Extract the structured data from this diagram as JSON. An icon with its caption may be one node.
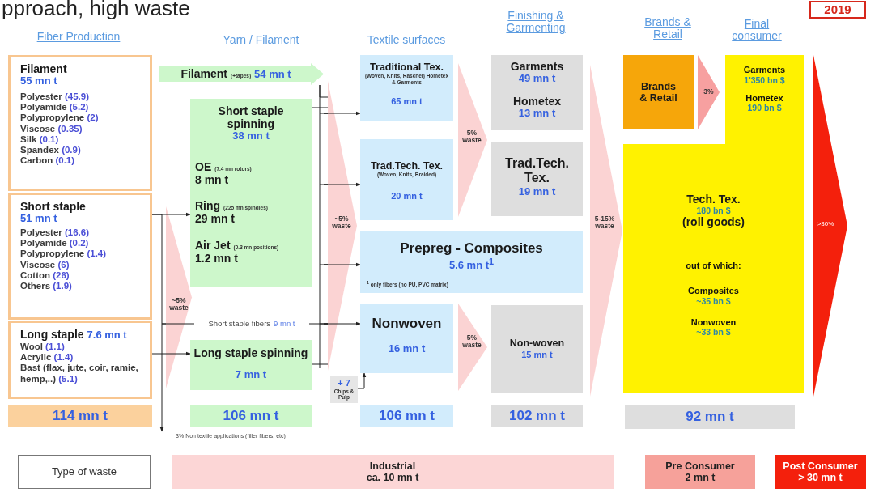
{
  "diagram": {
    "title": "pproach, high waste",
    "nodes": [
      {
        "text": [
          "Filament",
          "55 mn t",
          "Polyester (45.9)",
          "Polyamide (5.2)",
          "Polypropylene (2)",
          "Viscose (0.35)",
          "Silk (0.1)",
          "Spandex (0.9)",
          "Carbon (0.1)"
        ]
      },
      {
        "text": [
          "Short staple",
          "51 mn t",
          "Polyester (16.6)",
          "Polyamide (0.2)",
          "Polypropylene (1.4)",
          "Viscose (6)",
          "Cotton (26)",
          "Others (1.9)"
        ]
      },
      {
        "text": [
          "Long staple",
          "7.6 mn t",
          "Wool (1.1)",
          "Acrylic (1.4)",
          "Bast (flax, jute, coir, ramie, hemp,..) (5.1)"
        ]
      },
      {
        "text": [
          "114 mn t"
        ]
      },
      {
        "text": [
          "Filament",
          "(+tapes)",
          "54 mn t"
        ]
      },
      {
        "text": [
          "Short staple spinning",
          "38 mn t",
          "OE",
          "(7.4 mn rotors)",
          "8 mn t",
          "Ring",
          "(225 mn spindles)",
          "29 mn t",
          "Air Jet",
          "(0.3 mn positions)",
          "1.2 mn t"
        ]
      },
      {
        "text": [
          "Short staple fibers",
          "9 mn t"
        ]
      },
      {
        "text": [
          "Long staple spinning",
          "7 mn t"
        ]
      },
      {
        "text": [
          "106 mn t"
        ]
      },
      {
        "text": [
          "Traditional Tex.",
          "(Woven, Knits, Raschel) Hometex & Garments",
          "65 mn t"
        ]
      },
      {
        "text": [
          "Trad.Tech. Tex.",
          "(Woven, Knits, Braided)",
          "20 mn t"
        ]
      },
      {
        "text": [
          "Prepreg - Composites",
          "5.6 mn t$^{1}$",
          "$^{1}$ only fibers (no PU, PVC matrix)"
        ]
      },
      {
        "text": [
          "Nonwoven",
          "16 mn t"
        ]
      },
      {
        "text": [
          "+ 7",
          "Chips & Pulp"
        ]
      },
      {
        "text": [
          "106 mn t"
        ]
      },
      {
        "text": [
          "Garments",
          "49 mn t",
          "Hometex",
          "13 mn t"
        ]
      },
      {
        "text": [
          "Trad.Tech. Tex.",
          "19 mn t"
        ]
      },
      {
        "text": [
          "Non-woven",
          "15 mn t"
        ]
      },
      {
        "text": [
          "102 mn t"
        ]
      },
      {
        "text": [
          "Brands & Retail"
        ]
      },
      {
        "text": [
          "Garments",
          "1'350 bn $",
          "Hometex",
          "190 bn $",
          "Tech. Tex.",
          "180 bn $",
          "(roll goods)",
          "out of which:",
          "Composites",
          "~35 bn $",
          "Nonwoven",
          "~33 bn $"
        ]
      },
      {
        "text": [
          "92 mn t"
        ]
      },
      {
        "text": [
          "Type of waste"
        ]
      },
      {
        "text": [
          "Industrial",
          "ca. 10 mn t"
        ]
      },
      {
        "text": [
          "Pre Consumer",
          "2 mn t"
        ]
      },
      {
        "text": [
          "Post Consumer",
          "> 30 mn t"
        ]
      },
      {
        "text": [
          "2019"
        ]
      },
      {
        "text": [
          "~5% waste"
        ]
      },
      {
        "text": [
          "~5% waste"
        ]
      },
      {
        "text": [
          "5% waste"
        ]
      },
      {
        "text": [
          "5% waste"
        ]
      },
      {
        "text": [
          "5-15% waste"
        ]
      },
      {
        "text": [
          "3%"
        ]
      },
      {
        "text": [
          ">30%"
        ]
      },
      {
        "text": [
          "3% Non textile applications (filler fibers, etc)"
        ]
      }
    ],
    "edges": [
      {
        "from": 1,
        "to": 5,
        "arrow": "to"
      },
      {
        "from": 27,
        "to": 6,
        "arrow": "none"
      },
      {
        "from": 1,
        "to": 34,
        "arrow": "to"
      },
      {
        "from": 2,
        "to": 7,
        "arrow": "to"
      },
      {
        "from": 4,
        "to": 28,
        "arrow": "none"
      },
      {
        "from": 5,
        "to": 28,
        "arrow": "none"
      },
      {
        "from": 6,
        "to": 28,
        "arrow": "none"
      },
      {
        "from": 7,
        "to": 28,
        "arrow": "none"
      },
      {
        "from": 28,
        "to": 9,
        "arrow": "to"
      },
      {
        "from": 28,
        "to": 10,
        "arrow": "to"
      },
      {
        "from": 28,
        "to": 11,
        "arrow": "to"
      },
      {
        "from": 28,
        "to": 12,
        "arrow": "to"
      },
      {
        "from": 13,
        "to": 12,
        "arrow": "to"
      }
    ],
    "labels": [
      "Fiber Production",
      "Yarn / Filament",
      "Textile surfaces",
      "Finishing & Garmenting",
      "Brands & Retail",
      "Final consumer"
    ]
  }
}
